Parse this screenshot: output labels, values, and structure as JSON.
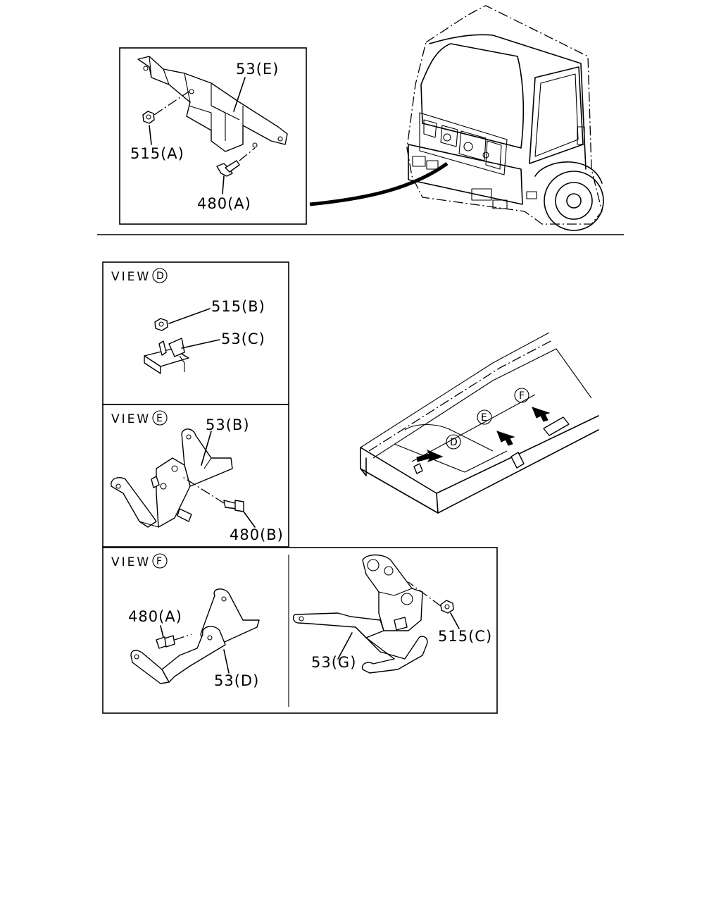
{
  "callouts": {
    "top_53e": "53(E)",
    "top_515a": "515(A)",
    "top_480a": "480(A)",
    "d_515b": "515(B)",
    "d_53c": "53(C)",
    "e_53b": "53(B)",
    "e_480b": "480(B)",
    "f_480a": "480(A)",
    "f_53d": "53(D)",
    "g_53g": "53(G)",
    "g_515c": "515(C)"
  },
  "views": {
    "d_title": "VIEW",
    "d_letter": "D",
    "e_title": "VIEW",
    "e_letter": "E",
    "f_title": "VIEW",
    "f_letter": "F"
  },
  "frame_markers": {
    "d": "D",
    "e": "E",
    "f": "F"
  }
}
